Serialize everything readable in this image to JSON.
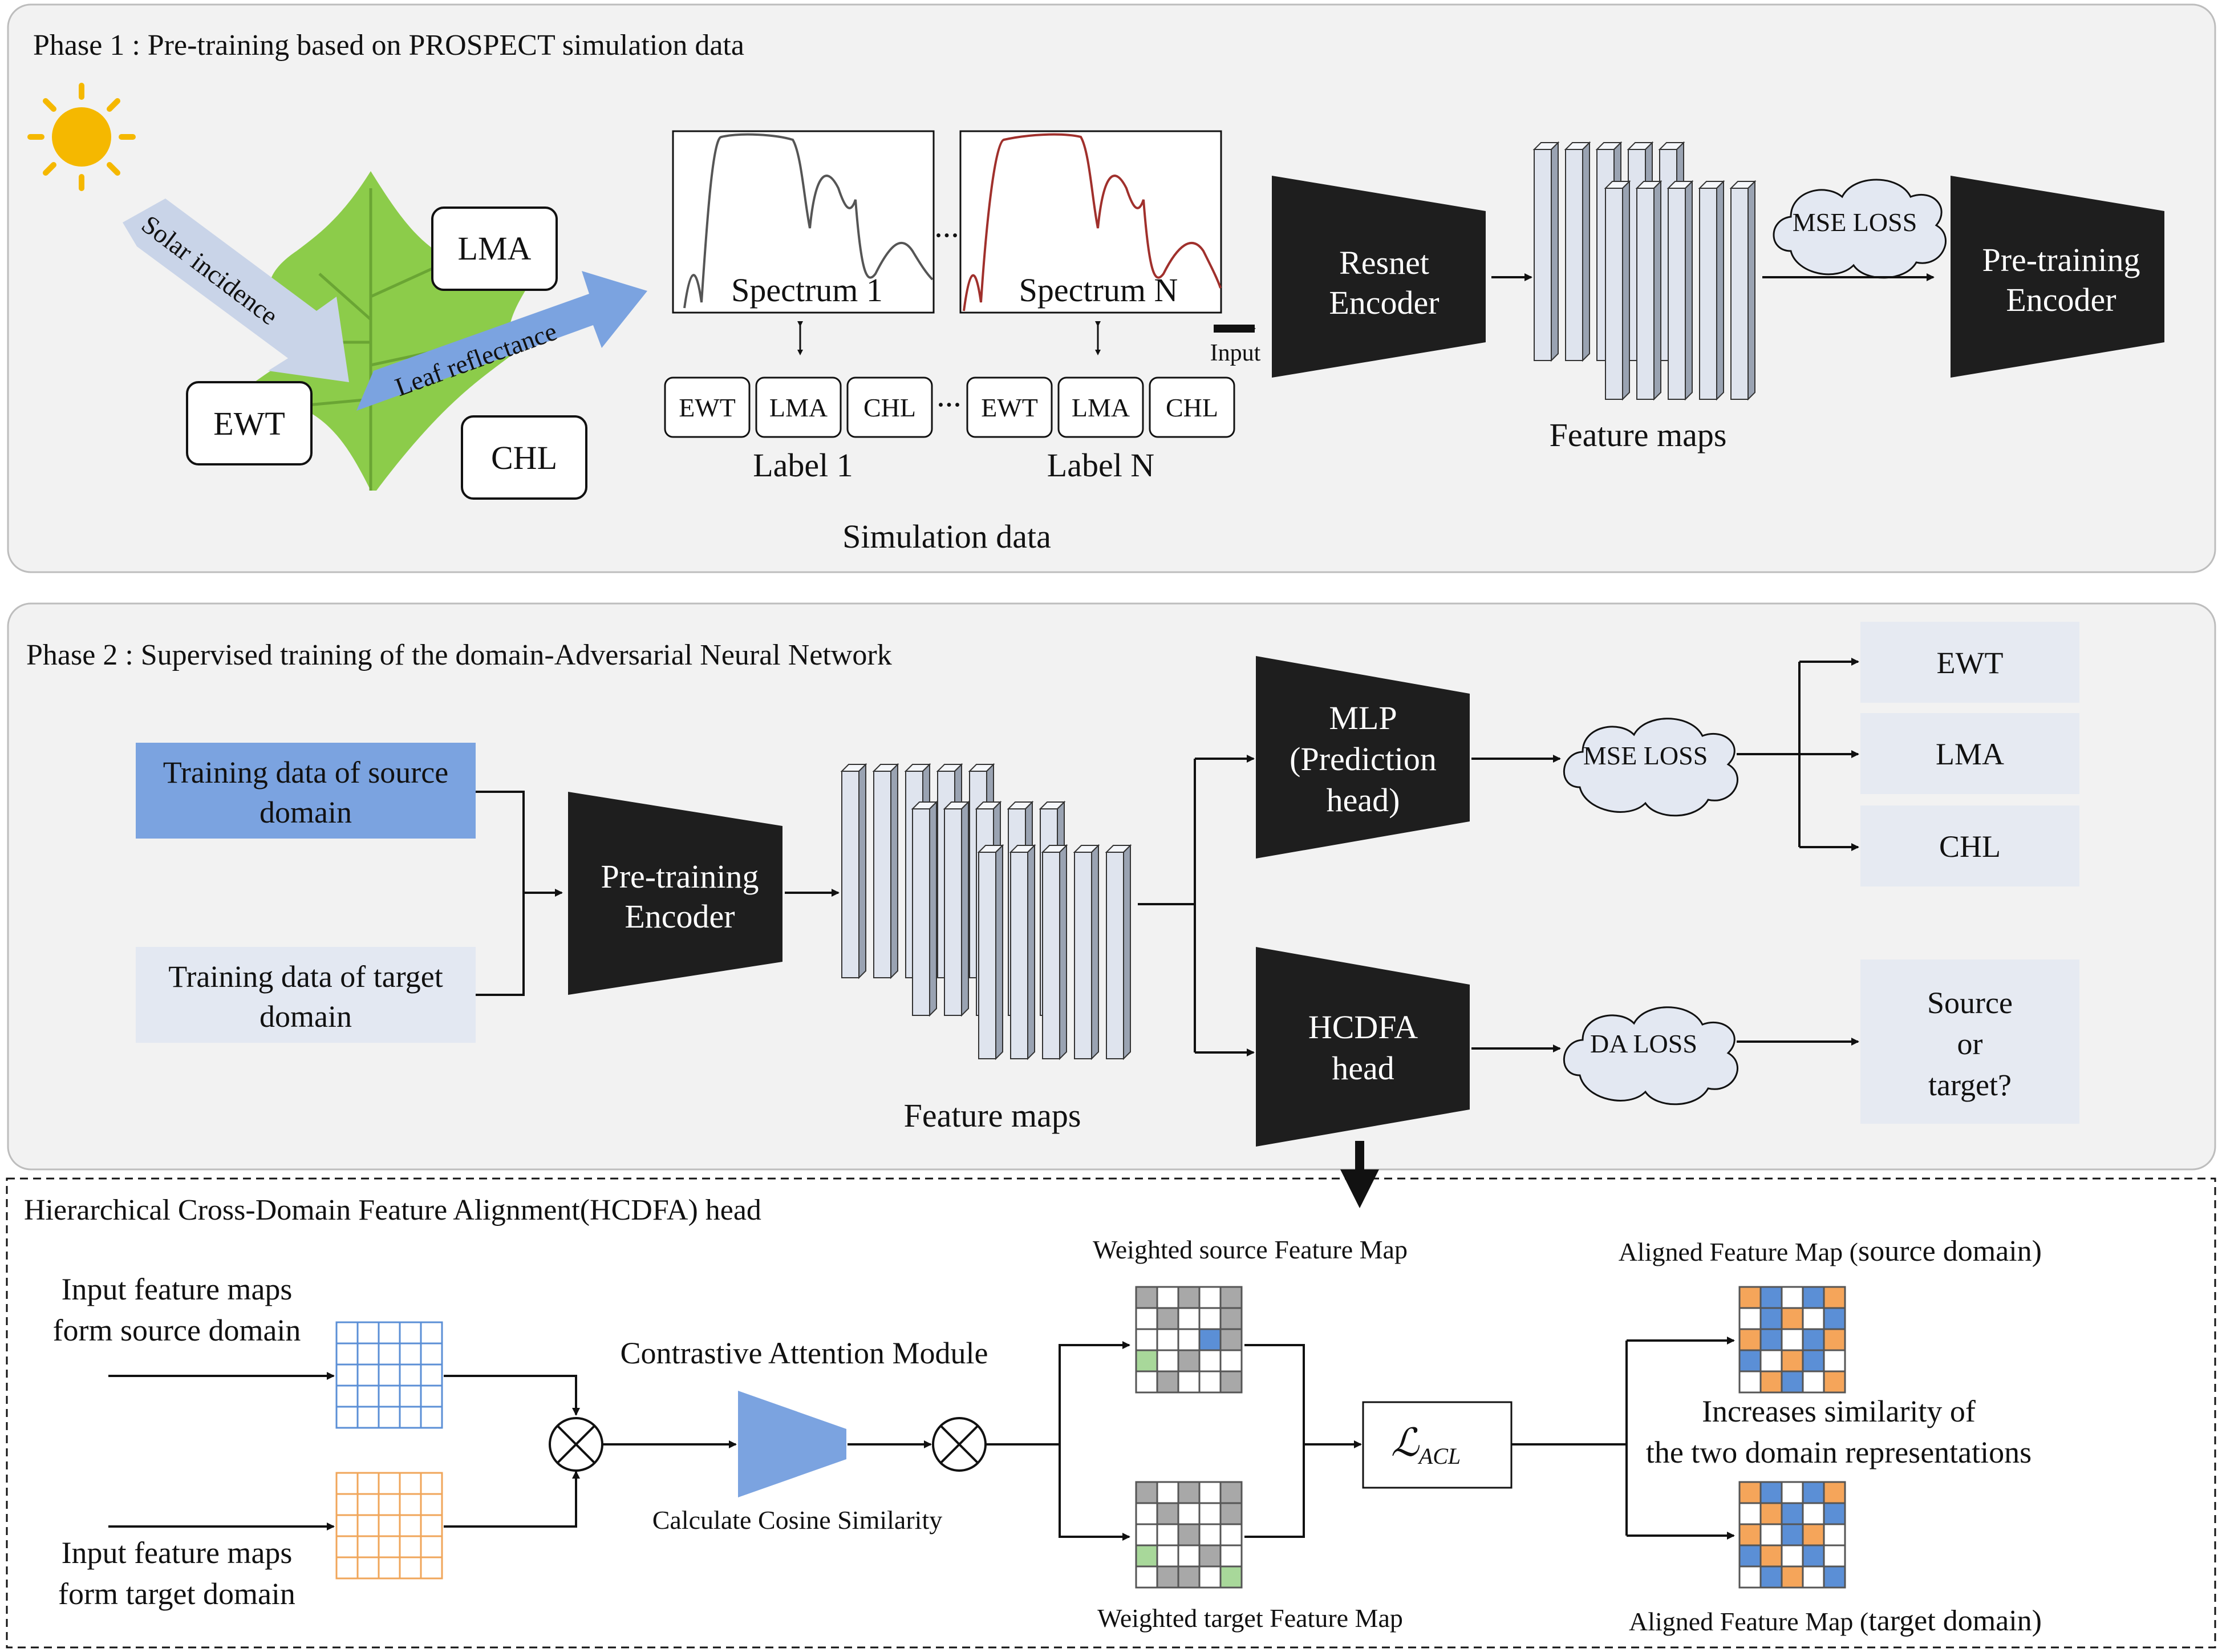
{
  "phase1": {
    "title": "Phase 1 : Pre-training based on PROSPECT simulation data",
    "solar_incidence": "Solar incidence",
    "leaf_reflectance": "Leaf reflectance",
    "traits": {
      "lma": "LMA",
      "ewt": "EWT",
      "chl": "CHL"
    },
    "spectrum_1": "Spectrum 1",
    "spectrum_n": "Spectrum N",
    "ellipsis": "...",
    "label_boxes": [
      "EWT",
      "LMA",
      "CHL"
    ],
    "label_1": "Label 1",
    "label_n": "Label N",
    "simulation_data": "Simulation data",
    "input": "Input",
    "resnet_encoder": [
      "Resnet",
      "Encoder"
    ],
    "feature_maps": "Feature maps",
    "mse_loss": "MSE LOSS",
    "pretraining_encoder": [
      "Pre-training",
      "Encoder"
    ]
  },
  "phase2": {
    "title": "Phase 2 : Supervised training of the domain-Adversarial Neural Network",
    "source_data": [
      "Training data of source",
      "domain"
    ],
    "target_data": [
      "Training data of target",
      "domain"
    ],
    "pretraining_encoder": [
      "Pre-training",
      "Encoder"
    ],
    "feature_maps": "Feature maps",
    "mlp_head": [
      "MLP",
      "(Prediction",
      "head)"
    ],
    "hcdfa_head": [
      "HCDFA",
      "head"
    ],
    "mse_loss": "MSE LOSS",
    "da_loss": "DA LOSS",
    "outputs": [
      "EWT",
      "LMA",
      "CHL"
    ],
    "domain_output": [
      "Source",
      "or",
      "target?"
    ]
  },
  "hcdfa": {
    "title": "Hierarchical Cross-Domain Feature Alignment(HCDFA) head",
    "input_source": [
      "Input feature maps",
      "form source domain"
    ],
    "input_target": [
      "Input feature maps",
      "form target domain"
    ],
    "contrastive_module": "Contrastive Attention Module",
    "cosine_similarity": "Calculate Cosine Similarity",
    "weighted_source": "Weighted source Feature Map",
    "weighted_target": "Weighted target Feature Map",
    "loss_symbol": "ℒ",
    "loss_subscript": "ACL",
    "aligned_source_prefix": "Aligned Feature Map (",
    "aligned_source_domain": "source domain)",
    "aligned_target_prefix": "Aligned Feature Map (",
    "aligned_target_domain": "target domain)",
    "increase_similarity": [
      "Increases similarity of",
      "the two domain representations"
    ]
  },
  "colors": {
    "panel_bg": "#f2f2f2",
    "encoder": "#1e1e1e",
    "source_blue": "#7ba3e0",
    "target_box": "#e3e8f2",
    "output_box": "#e6eaf2",
    "grid_source": "#5b8fd6",
    "grid_target": "#f0a65a",
    "cell_gray": "#a8a8a8",
    "cell_blue": "#5b8fd6",
    "cell_green": "#a8d89a",
    "cell_orange": "#f5a55a",
    "leaf": "#8ccc4a",
    "sun": "#f5b800"
  }
}
